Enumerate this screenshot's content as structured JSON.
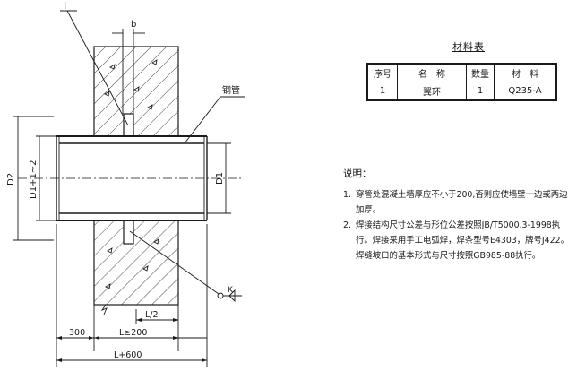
{
  "drawing": {
    "labels": {
      "detail_marker": "I",
      "gap": "b",
      "steel_pipe": "钢管",
      "weld_symbol": "K",
      "dim_d2": "D2",
      "dim_d1_offset": "D1+1~2",
      "dim_d1": "D1",
      "dim_300": "300",
      "dim_l_min": "L≥200",
      "dim_l_half": "L/2",
      "dim_total": "L+600"
    }
  },
  "table": {
    "title": "材料表",
    "headers": [
      "序号",
      "名　称",
      "数量",
      "材　料"
    ],
    "rows": [
      [
        "1",
        "翼环",
        "1",
        "Q235-A"
      ]
    ]
  },
  "notes": {
    "title": "说明：",
    "items": [
      {
        "num": "1.",
        "text": "穿管处混凝土墙厚应不小于200,否则应使墙壁一边或两边加厚。"
      },
      {
        "num": "2.",
        "text": "焊接结构尺寸公差与形位公差按照JB/T5000.3-1998执行。焊接采用手工电弧焊，焊条型号E4303，牌号J422。焊缝坡口的基本形式与尺寸按照GB985-88执行。"
      }
    ]
  }
}
